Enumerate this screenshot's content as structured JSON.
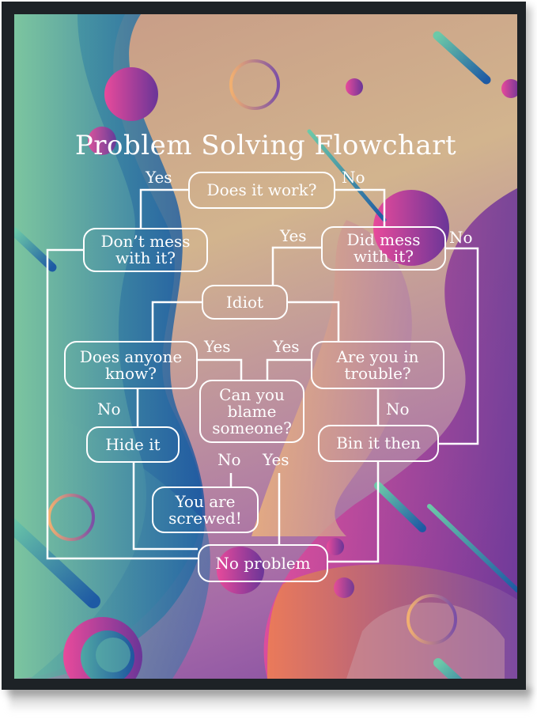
{
  "poster": {
    "title": "Problem Solving Flowchart",
    "colors": {
      "frame": "#1d2226",
      "line": "#ffffff",
      "teal": "#5fb6a0",
      "blue": "#2b62a8",
      "peach": "#e7b48c",
      "pink": "#e0459a",
      "purple": "#7a3fa0"
    }
  },
  "nodes": {
    "does_it_work": "Does it work?",
    "dont_mess": "Don’t mess\nwith it?",
    "did_mess": "Did mess\nwith it?",
    "idiot": "Idiot",
    "does_anyone_know": "Does anyone\nknow?",
    "are_you_in_trouble": "Are you in\ntrouble?",
    "can_you_blame": "Can you\nblame\nsomeone?",
    "hide_it": "Hide it",
    "bin_it_then": "Bin it then",
    "you_are_screwed": "You are\nscrewed!",
    "no_problem": "No problem"
  },
  "edge_labels": {
    "work_yes": "Yes",
    "work_no": "No",
    "did_mess_yes": "Yes",
    "did_mess_no": "No",
    "know_yes": "Yes",
    "trouble_yes": "Yes",
    "know_no": "No",
    "trouble_no": "No",
    "blame_no": "No",
    "blame_yes": "Yes"
  }
}
